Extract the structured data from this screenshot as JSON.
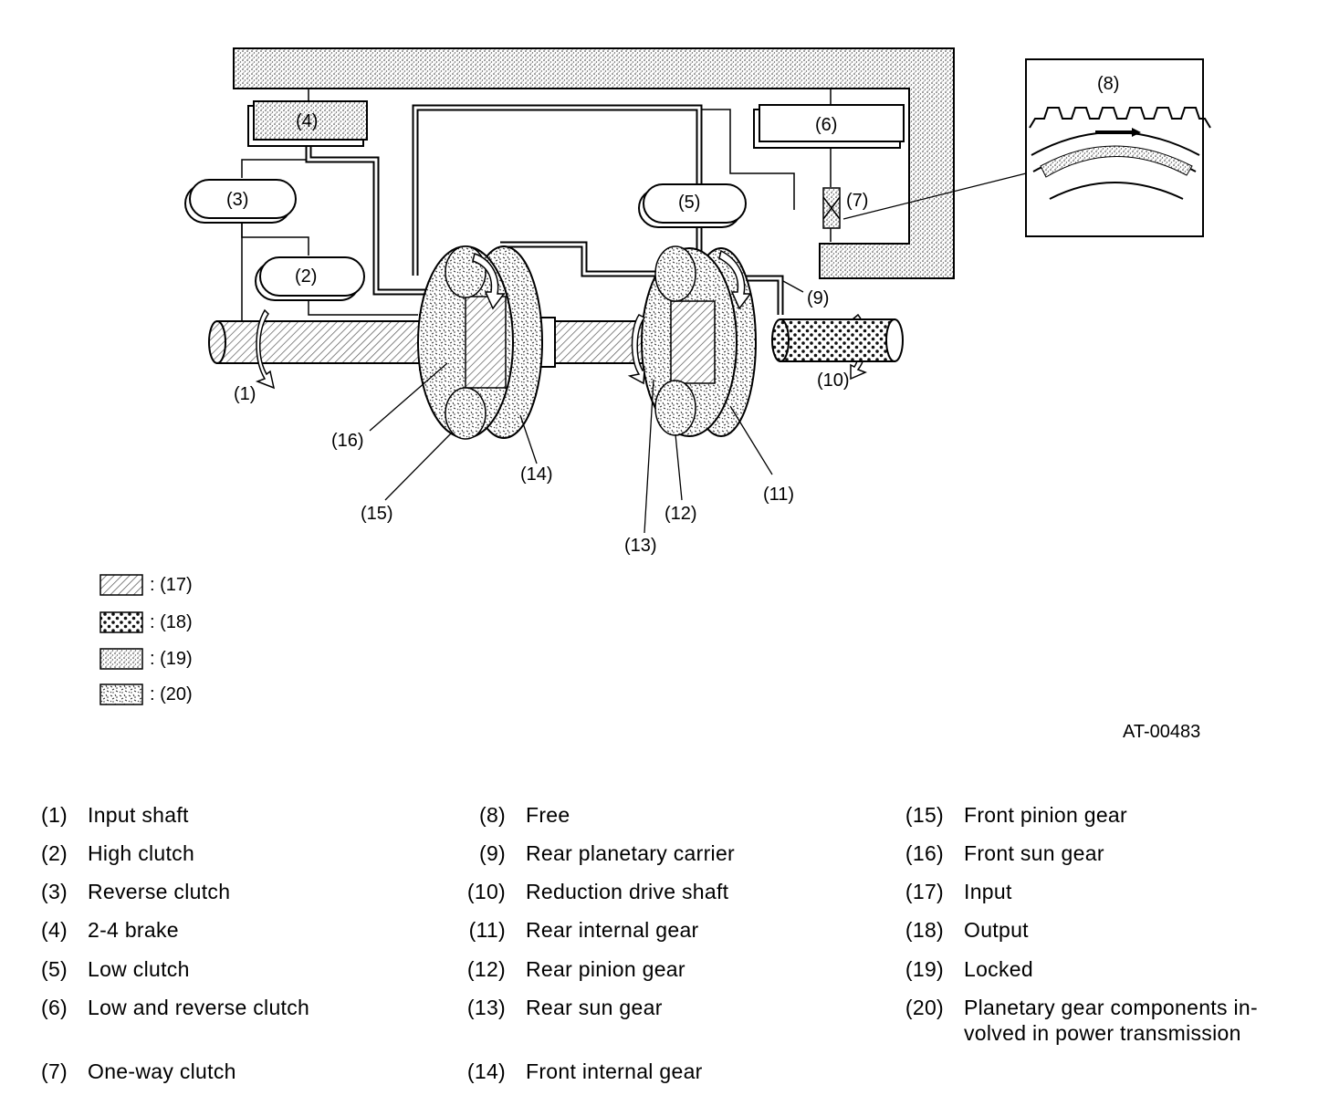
{
  "diagram": {
    "callouts": {
      "c1": "(1)",
      "c2": "(2)",
      "c3": "(3)",
      "c4": "(4)",
      "c5": "(5)",
      "c6": "(6)",
      "c7": "(7)",
      "c8": "(8)",
      "c9": "(9)",
      "c10": "(10)",
      "c11": "(11)",
      "c12": "(12)",
      "c13": "(13)",
      "c14": "(14)",
      "c15": "(15)",
      "c16": "(16)"
    },
    "legend": [
      {
        "pattern": "diagonal-hatch",
        "label": ": (17)"
      },
      {
        "pattern": "star-dots",
        "label": ": (18)"
      },
      {
        "pattern": "fine-stipple",
        "label": ": (19)"
      },
      {
        "pattern": "coarse-stipple",
        "label": ": (20)"
      }
    ],
    "figure_code": "AT-00483"
  },
  "parts": [
    {
      "num": "(1)",
      "name": "Input shaft"
    },
    {
      "num": "(2)",
      "name": "High clutch"
    },
    {
      "num": "(3)",
      "name": "Reverse clutch"
    },
    {
      "num": "(4)",
      "name": "2-4 brake"
    },
    {
      "num": "(5)",
      "name": "Low clutch"
    },
    {
      "num": "(6)",
      "name": "Low and reverse clutch"
    },
    {
      "num": "(7)",
      "name": "One-way clutch"
    },
    {
      "num": "(8)",
      "name": "Free"
    },
    {
      "num": "(9)",
      "name": "Rear planetary carrier"
    },
    {
      "num": "(10)",
      "name": "Reduction drive shaft"
    },
    {
      "num": "(11)",
      "name": "Rear internal gear"
    },
    {
      "num": "(12)",
      "name": "Rear pinion gear"
    },
    {
      "num": "(13)",
      "name": "Rear sun gear"
    },
    {
      "num": "(14)",
      "name": "Front internal gear"
    },
    {
      "num": "(15)",
      "name": "Front pinion gear"
    },
    {
      "num": "(16)",
      "name": "Front sun gear"
    },
    {
      "num": "(17)",
      "name": "Input"
    },
    {
      "num": "(18)",
      "name": "Output"
    },
    {
      "num": "(19)",
      "name": "Locked"
    },
    {
      "num": "(20)",
      "name": "Planetary gear components in-",
      "name2": "volved in power transmission"
    }
  ]
}
